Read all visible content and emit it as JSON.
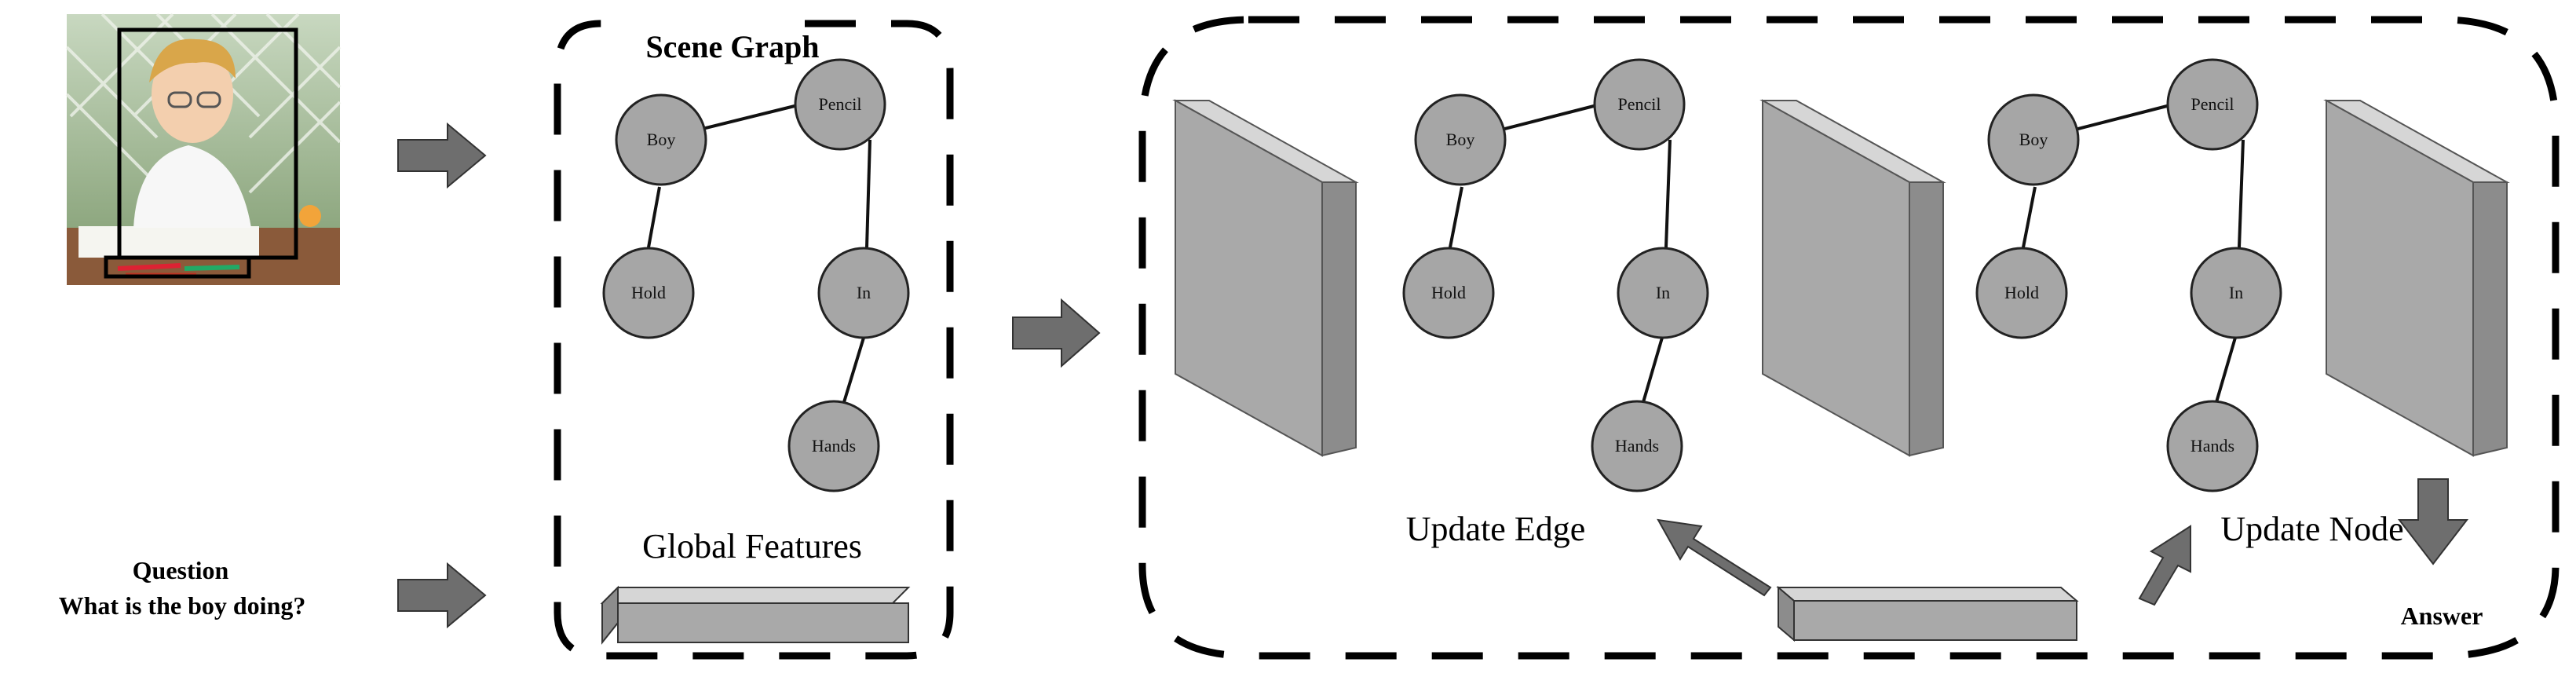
{
  "input": {
    "question_heading": "Question",
    "question_text": "What is the  boy doing?"
  },
  "scene_graph": {
    "title": "Scene Graph",
    "global_features_label": "Global Features",
    "nodes": {
      "boy": "Boy",
      "pencil": "Pencil",
      "hold": "Hold",
      "in": "In",
      "hands": "Hands"
    }
  },
  "update": {
    "edge_label": "Update Edge",
    "node_label": "Update Node",
    "answer_label": "Answer"
  },
  "colors": {
    "node_fill": "#a6a6a6",
    "arrow_fill": "#6e6e6e",
    "block_front": "#a9a9a9",
    "block_side": "#8c8c8c",
    "block_top": "#d6d6d6"
  }
}
